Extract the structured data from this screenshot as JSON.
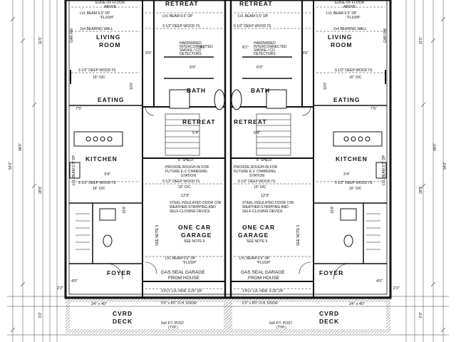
{
  "rooms": {
    "retreat": "RETREAT",
    "living_room": [
      "LIVING",
      "ROOM"
    ],
    "eating": "EATING",
    "kitchen": "KITCHEN",
    "bath": "BATH",
    "garage": [
      "ONE CAR",
      "GARAGE"
    ],
    "foyer": "FOYER",
    "cvrd_deck": [
      "CVRD",
      "DECK"
    ]
  },
  "notes": {
    "edge_of_floor": [
      "EDGE OF FLOOR",
      "ABOVE"
    ],
    "lvl_beam_top": [
      "LVL BEAM 9.5\" DP",
      "\"FLUSH\""
    ],
    "bearing_wall": "2x4 BEARING WALL",
    "joists_living": "9 1/2\" DEEP WOOD I'S",
    "oc_16": "16\" O/C",
    "joists_eating": "9 1/2\" DEEP WOOD I'S",
    "smoke_detector": [
      "HARDWIRED",
      "INTERCONNECTED",
      "SMOKE / CO",
      "DETECTORS"
    ],
    "shelf": "8\" SHELF",
    "ev_charging": [
      "PROVIDE ROUGH-IN FOR",
      "FUTURE E.V. CHARGING",
      "STATION"
    ],
    "joists_garage": "9 1/2\" DEEP WOOD I'S",
    "garage_door": [
      "STEEL INSULATED DOOR C/W",
      "WEATHER-STRIPPING AND",
      "SELF-CLOSING DEVICE"
    ],
    "see_note_5": "SEE NOTE 5",
    "lvl_beam_bottom": [
      "LVL BEAM 9.5\" DP",
      "\"FLUSH\""
    ],
    "gas_seal": [
      "GAS SEAL GARAGE",
      "FROM HOUSE"
    ],
    "ply_hdr": "3 PLY LVL HDR. 9.25\" DP",
    "oh_door": "5'0\" x 8'0\" O.H. DOOR",
    "post": [
      "6x6 P.T. POST",
      "(TYP.)"
    ],
    "lvl_beam_side": "LVL BEAM 9.5\" DP",
    "gar_rm": "GAR RM"
  },
  "dims": {
    "left_total": "54'0\"",
    "right_total": "54'0\"",
    "left_sub": "48'0\"",
    "right_sub": "48'0\"",
    "ceil_11": "11'5\"",
    "ceil_28": "28'5\"",
    "deck": "6'0\"",
    "d_3_6": "3'6\"",
    "d_3_4": "3'4\"",
    "d_12_3": "12'3\"",
    "d_15_9": "15'9\"",
    "d_4_0": "4'0\"",
    "d_24x40": "24\" x 40\"",
    "d_2_2": "2'2\"",
    "d_8_1": "8'1\"",
    "d_6_0": "6'0\"",
    "d_5_4": "5'4\"",
    "d_10_0": "10'0\"",
    "d_7_5": "7'5\""
  }
}
